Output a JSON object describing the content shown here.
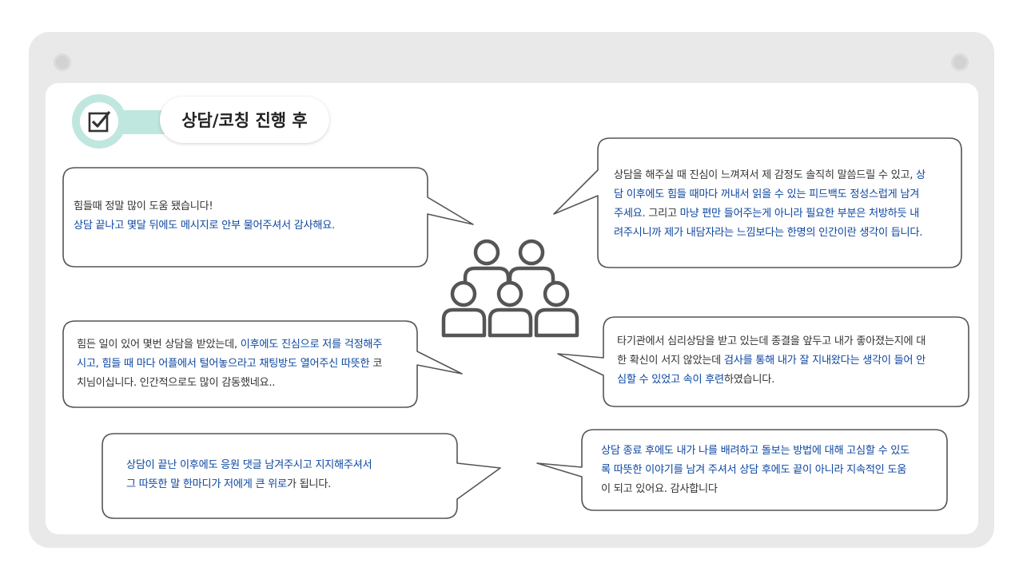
{
  "title": "상담/코칭 진행 후",
  "colors": {
    "accent_teal": "#bfe7df",
    "highlight_blue": "#0d47a1",
    "frame_gray": "#e9e9ea"
  },
  "testimonials": [
    {
      "id": "t1",
      "lines": [
        [
          {
            "t": "힘들때 정말 많이 도움 됐습니다!",
            "b": false
          }
        ],
        [
          {
            "t": "상담 끝나고 몇달 뒤에도 메시지로 안부 물어주셔서 감사해요.",
            "b": true
          }
        ]
      ]
    },
    {
      "id": "t2",
      "lines": [
        [
          {
            "t": "상담을 해주실 때 진심이 느껴져서 제 감정도 솔직히 말씀드릴 수 있고, ",
            "b": false
          },
          {
            "t": "상",
            "b": true
          }
        ],
        [
          {
            "t": "담 이후에도 힘들 때마다 꺼내서 읽을 수 있는 피드백도 정성스럽게 남겨",
            "b": true
          }
        ],
        [
          {
            "t": "주세요.",
            "b": true
          },
          {
            "t": " 그리고 ",
            "b": false
          },
          {
            "t": "마냥 편만 들어주는게 아니라 필요한 부분은 처방하듯 내",
            "b": true
          }
        ],
        [
          {
            "t": "려주시니까 제가 내담자라는 느낌보다는 한명의 인간이란 생각이 듭니다.",
            "b": true
          }
        ]
      ]
    },
    {
      "id": "t3",
      "lines": [
        [
          {
            "t": "힘든 일이 있어 몇번 상담을 받았는데, ",
            "b": false
          },
          {
            "t": "이후에도 진심으로 저를 걱정해주",
            "b": true
          }
        ],
        [
          {
            "t": "시고, 힘들 때 마다 어플에서 털어놓으라고 채팅방도 열어주신 따뜻한",
            "b": true
          },
          {
            "t": " 코",
            "b": false
          }
        ],
        [
          {
            "t": "치님이십니다. 인간적으로도 많이 감동했네요..",
            "b": false
          }
        ]
      ]
    },
    {
      "id": "t4",
      "lines": [
        [
          {
            "t": "타기관에서 심리상담을 받고 있는데 종결을 앞두고 내가 좋아졌는지에 대",
            "b": false
          }
        ],
        [
          {
            "t": "한 확신이 서지 않았는데 ",
            "b": false
          },
          {
            "t": "검사를 통해 내가 잘 지내왔다는 생각이 들어 안",
            "b": true
          }
        ],
        [
          {
            "t": "심할 수 있었고 속이 후련",
            "b": true
          },
          {
            "t": "하였습니다.",
            "b": false
          }
        ]
      ]
    },
    {
      "id": "t5",
      "lines": [
        [
          {
            "t": "상담이 끝난 이후에도 응원 댓글 남겨주시고 지지해주셔서",
            "b": true
          }
        ],
        [
          {
            "t": "그 따뜻한 말 한마디가 저에게 큰 위로",
            "b": true
          },
          {
            "t": "가 됩니다.",
            "b": false
          }
        ]
      ]
    },
    {
      "id": "t6",
      "lines": [
        [
          {
            "t": "상담 종료 후에도 내가 나를 배려하고 돌보는 방법에 대해 고심할 수 있도",
            "b": true
          }
        ],
        [
          {
            "t": "록 따뜻한 이야기를 남겨 주셔서 상담 후에도 끝이 아니라 지속적인 도움",
            "b": true
          }
        ],
        [
          {
            "t": "이 되고 있어요. 감사합니다",
            "b": false
          }
        ]
      ]
    }
  ],
  "icons": {
    "checkbox": "checkbox-icon",
    "people": "people-group-icon"
  }
}
